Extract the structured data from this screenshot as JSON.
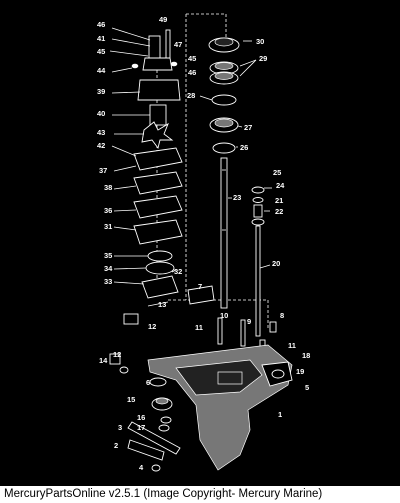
{
  "diagram": {
    "callouts": [
      "1",
      "2",
      "3",
      "4",
      "5",
      "6",
      "7",
      "8",
      "9",
      "10",
      "11",
      "12",
      "13",
      "14",
      "15",
      "16",
      "17",
      "18",
      "19",
      "20",
      "21",
      "22",
      "23",
      "24",
      "25",
      "26",
      "27",
      "28",
      "29",
      "30",
      "31",
      "32",
      "33",
      "34",
      "35",
      "36",
      "37",
      "38",
      "39",
      "40",
      "41",
      "42",
      "43",
      "44",
      "45",
      "46",
      "47",
      "49"
    ]
  },
  "footer": {
    "text": "MercuryPartsOnline v2.5.1 (Image Copyright- Mercury Marine)"
  }
}
